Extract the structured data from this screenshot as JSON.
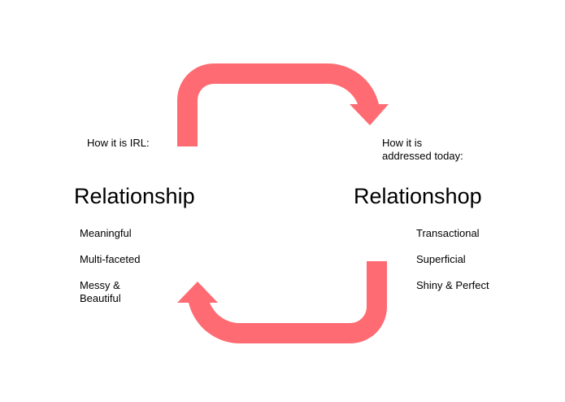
{
  "left": {
    "caption": "How it is IRL:",
    "title": "Relationship",
    "traits": [
      "Meaningful",
      "Multi-faceted",
      "Messy &\nBeautiful"
    ]
  },
  "right": {
    "caption": "How it is\naddressed today:",
    "title": "Relationshop",
    "traits": [
      "Transactional",
      "Superficial",
      "Shiny & Perfect"
    ]
  },
  "colors": {
    "arrow": "#ff6b72",
    "text": "#000000",
    "background": "#ffffff"
  }
}
